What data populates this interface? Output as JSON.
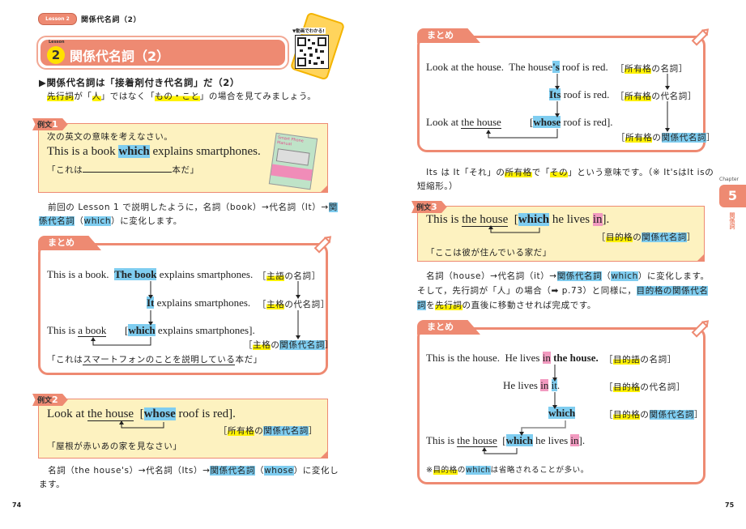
{
  "colors": {
    "accent": "#ee8a72",
    "cream": "#fdf2c0",
    "blue_highlight": "#7fcdf0",
    "yellow_highlight": "#fff200",
    "pink_highlight": "#f29ac0"
  },
  "header": {
    "lesson_pill": "Lesson 2",
    "running_title": "関係代名詞（2）"
  },
  "title": {
    "lesson_label": "Lesson",
    "number": "2",
    "text": "関係代名詞（2）"
  },
  "video": {
    "label": "▼動画でわかる!",
    "icon": "qr-code-icon"
  },
  "section": {
    "heading": "▶関係代名詞は「接着剤付き代名詞」だ（2）",
    "intro": [
      {
        "t": "先行詞",
        "hl": "yellow"
      },
      {
        "t": "が「"
      },
      {
        "t": "人",
        "hl": "yellow"
      },
      {
        "t": "」ではなく「"
      },
      {
        "t": "もの・こと",
        "hl": "yellow"
      },
      {
        "t": "」の場合を見てみましょう。"
      }
    ]
  },
  "example1": {
    "tag": "例文",
    "num": "1",
    "instruction": "次の英文の意味を考えなさい。",
    "sentence": [
      {
        "t": "This is a book "
      },
      {
        "t": "which",
        "hl": "blue",
        "bold": true
      },
      {
        "t": " explains smartphones."
      }
    ],
    "translation_start": "「これは",
    "translation_end": "本だ」",
    "illustration": "Smart Phone Manual"
  },
  "para1": {
    "line1": [
      {
        "t": "　前回の Lesson 1 で説明したように，名詞（book）→代名詞（It）→"
      },
      {
        "t": "関",
        "hl": "blue"
      }
    ],
    "line2": [
      {
        "t": "係代名詞",
        "hl": "blue"
      },
      {
        "t": "（"
      },
      {
        "t": "which",
        "hl": "blue"
      },
      {
        "t": "）に変化します。"
      }
    ]
  },
  "summary1": {
    "tab": "まとめ",
    "row1": [
      {
        "t": "This is a book.  "
      },
      {
        "t": "The book",
        "hl": "blue",
        "bold": true
      },
      {
        "t": " explains smartphones."
      }
    ],
    "row1_label": [
      {
        "t": "［"
      },
      {
        "t": "主語",
        "hl": "yellow"
      },
      {
        "t": "の名詞］"
      }
    ],
    "row2": [
      {
        "t": "It",
        "hl": "blue",
        "bold": true
      },
      {
        "t": " explains smartphones."
      }
    ],
    "row2_label": [
      {
        "t": "［"
      },
      {
        "t": "主格",
        "hl": "yellow"
      },
      {
        "t": "の代名詞］"
      }
    ],
    "row3a": [
      {
        "t": "This is "
      },
      {
        "t": "a book",
        "u": true
      }
    ],
    "row3b": [
      {
        "t": "["
      },
      {
        "t": "which",
        "hl": "blue",
        "bold": true
      },
      {
        "t": " explains smartphones]."
      }
    ],
    "row3_label": [
      {
        "t": "［"
      },
      {
        "t": "主格",
        "hl": "yellow"
      },
      {
        "t": "の"
      },
      {
        "t": "関係代名詞",
        "hl": "blue"
      },
      {
        "t": "］"
      }
    ],
    "translation": [
      {
        "t": "「これは"
      },
      {
        "t": "スマートフォンのことを説明している",
        "u": true
      },
      {
        "t": "本だ」"
      }
    ]
  },
  "example2": {
    "tag": "例文",
    "num": "2",
    "sentence": [
      {
        "t": "Look at "
      },
      {
        "t": "the house",
        "u": true
      },
      {
        "t": "  ["
      },
      {
        "t": "whose",
        "hl": "blue",
        "bold": true
      },
      {
        "t": " roof is red]."
      }
    ],
    "label": [
      {
        "t": "［"
      },
      {
        "t": "所有格",
        "hl": "yellow"
      },
      {
        "t": "の"
      },
      {
        "t": "関係代名詞",
        "hl": "blue"
      },
      {
        "t": "］"
      }
    ],
    "translation": "「屋根が赤いあの家を見なさい」"
  },
  "para2": {
    "line1": [
      {
        "t": "　名詞（the house's）→代名詞（Its）→"
      },
      {
        "t": "関係代名詞",
        "hl": "blue"
      },
      {
        "t": "（"
      },
      {
        "t": "whose",
        "hl": "blue"
      },
      {
        "t": "）に変化し"
      }
    ],
    "line2": [
      {
        "t": "ます。"
      }
    ]
  },
  "summary2": {
    "tab": "まとめ",
    "row1": [
      {
        "t": "Look at the house.  The house"
      },
      {
        "t": "'s",
        "hl": "blue",
        "bold": true
      },
      {
        "t": " roof is red."
      }
    ],
    "row1_label": [
      {
        "t": "［"
      },
      {
        "t": "所有格",
        "hl": "yellow"
      },
      {
        "t": "の名詞］"
      }
    ],
    "row2": [
      {
        "t": "Its",
        "hl": "blue",
        "bold": true
      },
      {
        "t": " roof is red."
      }
    ],
    "row2_label": [
      {
        "t": "［"
      },
      {
        "t": "所有格",
        "hl": "yellow"
      },
      {
        "t": "の代名詞］"
      }
    ],
    "row3a": [
      {
        "t": "Look at "
      },
      {
        "t": "the house",
        "u": true
      }
    ],
    "row3b": [
      {
        "t": "["
      },
      {
        "t": "whose",
        "hl": "blue",
        "bold": true
      },
      {
        "t": " roof is red]."
      }
    ],
    "row3_label": [
      {
        "t": "［"
      },
      {
        "t": "所有格",
        "hl": "yellow"
      },
      {
        "t": "の"
      },
      {
        "t": "関係代名詞",
        "hl": "blue"
      },
      {
        "t": "］"
      }
    ]
  },
  "para3": {
    "line1": [
      {
        "t": "　Its は It「それ」の"
      },
      {
        "t": "所有格",
        "hl": "yellow"
      },
      {
        "t": "で「"
      },
      {
        "t": "その",
        "hl": "yellow"
      },
      {
        "t": "」という意味です。（※ It'sはIt isの"
      }
    ],
    "line2": [
      {
        "t": "短縮形。）"
      }
    ]
  },
  "example3": {
    "tag": "例文",
    "num": "3",
    "sentence": [
      {
        "t": "This is "
      },
      {
        "t": "the house",
        "u": true
      },
      {
        "t": "  ["
      },
      {
        "t": "which",
        "hl": "blue",
        "bold": true
      },
      {
        "t": " he lives "
      },
      {
        "t": "in",
        "hl": "pink"
      },
      {
        "t": "]."
      }
    ],
    "label": [
      {
        "t": "［"
      },
      {
        "t": "目的格",
        "hl": "yellow"
      },
      {
        "t": "の"
      },
      {
        "t": "関係代名詞",
        "hl": "blue"
      },
      {
        "t": "］"
      }
    ],
    "translation": "「ここは彼が住んでいる家だ」"
  },
  "para4": {
    "line1": [
      {
        "t": "　名詞（house）→代名詞（it）→"
      },
      {
        "t": "関係代名詞",
        "hl": "blue"
      },
      {
        "t": "（"
      },
      {
        "t": "which",
        "hl": "blue"
      },
      {
        "t": "）に変化します。"
      }
    ],
    "line2": [
      {
        "t": "そして，先行詞が「人」の場合（➡ p.73）と同様に，"
      },
      {
        "t": "目的格の関係代名",
        "hl": "blue"
      }
    ],
    "line3": [
      {
        "t": "詞",
        "hl": "blue"
      },
      {
        "t": "を"
      },
      {
        "t": "先行詞",
        "hl": "yellow"
      },
      {
        "t": "の直後に移動させれば完成です。"
      }
    ]
  },
  "summary3": {
    "tab": "まとめ",
    "row1": [
      {
        "t": "This is the house.  He lives "
      },
      {
        "t": "in",
        "hl": "pink"
      },
      {
        "t": " the house.",
        "bold": true
      }
    ],
    "row1_label": [
      {
        "t": "［"
      },
      {
        "t": "目的語",
        "hl": "yellow"
      },
      {
        "t": "の名詞］"
      }
    ],
    "row2": [
      {
        "t": "He lives "
      },
      {
        "t": "in",
        "hl": "pink"
      },
      {
        "t": " "
      },
      {
        "t": "it",
        "hl": "blue"
      },
      {
        "t": "."
      }
    ],
    "row2_label": [
      {
        "t": "［"
      },
      {
        "t": "目的格",
        "hl": "yellow"
      },
      {
        "t": "の代名詞］"
      }
    ],
    "row3": [
      {
        "t": "which",
        "hl": "blue",
        "bold": true
      }
    ],
    "row3_label": [
      {
        "t": "［"
      },
      {
        "t": "目的格",
        "hl": "yellow"
      },
      {
        "t": "の"
      },
      {
        "t": "関係代名詞",
        "hl": "blue"
      },
      {
        "t": "］"
      }
    ],
    "row4": [
      {
        "t": "This is "
      },
      {
        "t": "the house",
        "u": true
      },
      {
        "t": "  ["
      },
      {
        "t": "which",
        "hl": "blue",
        "bold": true
      },
      {
        "t": " he lives "
      },
      {
        "t": "in",
        "hl": "pink"
      },
      {
        "t": "]."
      }
    ],
    "note": [
      {
        "t": "※"
      },
      {
        "t": "目的格",
        "hl": "yellow"
      },
      {
        "t": "の"
      },
      {
        "t": "which",
        "hl": "blue"
      },
      {
        "t": "は省略されることが多い。"
      }
    ]
  },
  "chapter": {
    "label": "Chapter",
    "number": "5",
    "title": "関係詞"
  },
  "pages": {
    "left": "74",
    "right": "75"
  }
}
